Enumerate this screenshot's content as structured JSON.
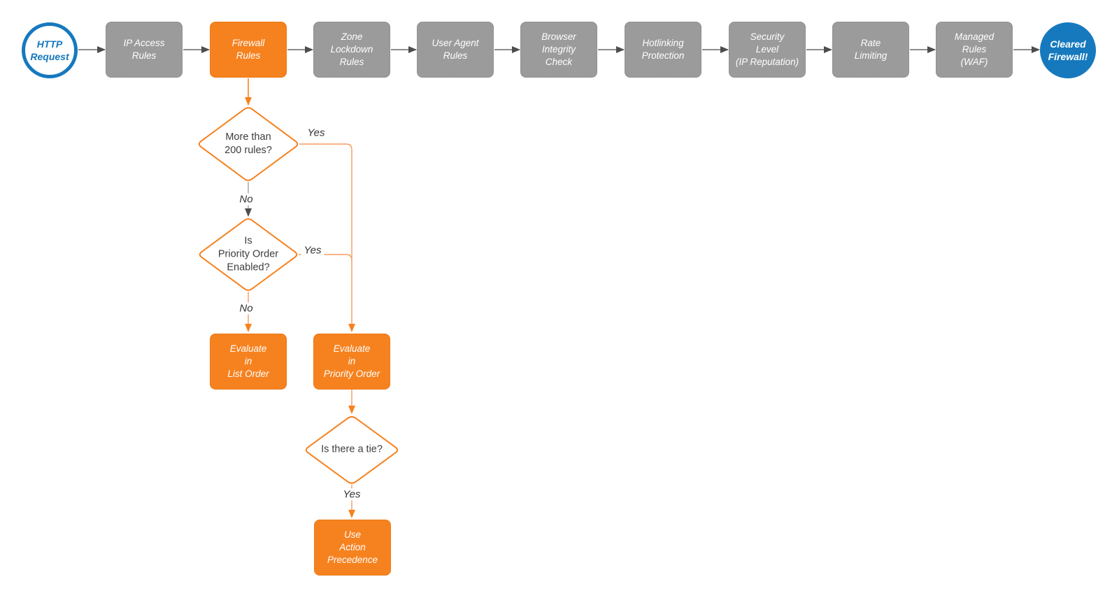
{
  "pipeline": [
    {
      "id": "http-request",
      "label": "HTTP\nRequest"
    },
    {
      "id": "ip-access-rules",
      "label": "IP Access\nRules"
    },
    {
      "id": "firewall-rules",
      "label": "Firewall\nRules"
    },
    {
      "id": "zone-lockdown-rules",
      "label": "Zone\nLockdown\nRules"
    },
    {
      "id": "user-agent-rules",
      "label": "User Agent\nRules"
    },
    {
      "id": "browser-integrity-check",
      "label": "Browser\nIntegrity\nCheck"
    },
    {
      "id": "hotlinking-protection",
      "label": "Hotlinking\nProtection"
    },
    {
      "id": "security-level",
      "label": "Security\nLevel\n(IP Reputation)"
    },
    {
      "id": "rate-limiting",
      "label": "Rate\nLimiting"
    },
    {
      "id": "managed-rules-waf",
      "label": "Managed\nRules\n(WAF)"
    },
    {
      "id": "cleared-firewall",
      "label": "Cleared\nFirewall!"
    }
  ],
  "decisions": [
    {
      "id": "more-than-200-rules",
      "label": "More than\n200 rules?"
    },
    {
      "id": "priority-order-enabled",
      "label": "Is\nPriority Order\nEnabled?"
    },
    {
      "id": "is-there-a-tie",
      "label": "Is there a tie?"
    }
  ],
  "actions": [
    {
      "id": "evaluate-list-order",
      "label": "Evaluate\nin\nList Order"
    },
    {
      "id": "evaluate-priority-order",
      "label": "Evaluate\nin\nPriority Order"
    },
    {
      "id": "use-action-precedence",
      "label": "Use\nAction\nPrecedence"
    }
  ],
  "edge_labels": {
    "more_than_200": {
      "yes": "Yes",
      "no": "No"
    },
    "priority_order": {
      "yes": "Yes",
      "no": "No"
    },
    "tie": {
      "yes": "Yes"
    }
  },
  "colors": {
    "orange": "#F6821F",
    "blue": "#1679BE",
    "gray_node": "#9B9B9B",
    "arrow_gray": "#4D4D4D",
    "text_dark": "#3D3D3D"
  }
}
